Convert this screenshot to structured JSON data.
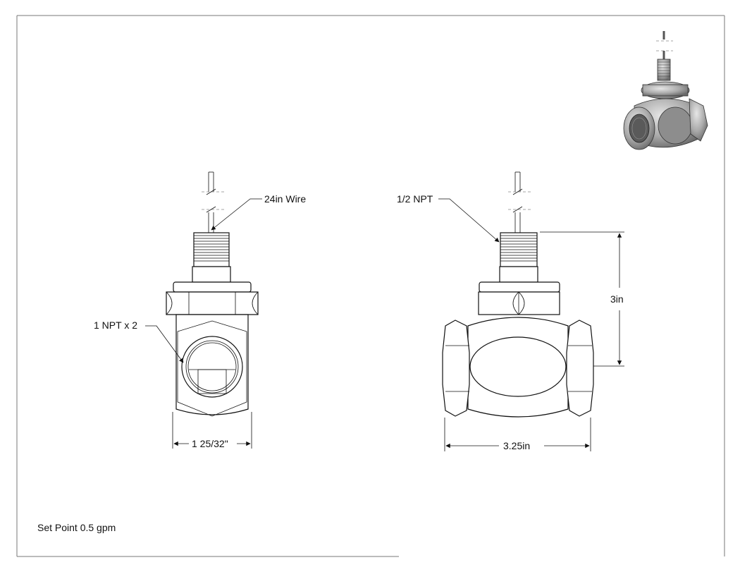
{
  "labels": {
    "wire": "24in Wire",
    "npt_top": "1/2 NPT",
    "npt_side": "1 NPT x 2",
    "height": "3in",
    "width_front": "1 25/32\"",
    "width_side": "3.25in",
    "set_point": "Set Point 0.5 gpm"
  }
}
